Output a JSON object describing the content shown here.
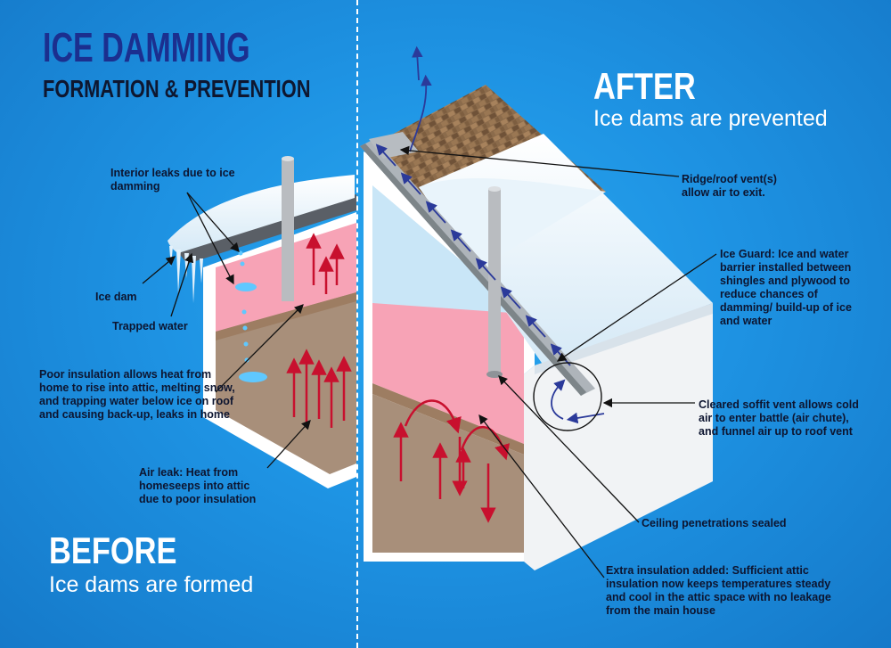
{
  "title": {
    "main": "ICE DAMMING",
    "sub": "FORMATION & PREVENTION"
  },
  "before": {
    "heading": "BEFORE",
    "subheading": "Ice dams are formed",
    "labels": {
      "interior_leaks": "Interior leaks due to ice damming",
      "ice_dam": "Ice dam",
      "trapped_water": "Trapped water",
      "poor_insulation": "Poor insulation allows heat from home to rise into attic, melting snow, and trapping water below ice on roof and causing back-up, leaks in home",
      "air_leak": "Air leak: Heat from homeseeps into attic due to poor insulation"
    }
  },
  "after": {
    "heading": "AFTER",
    "subheading": "Ice dams are prevented",
    "labels": {
      "ridge_vent": "Ridge/roof vent(s) allow air to exit.",
      "ice_guard": "Ice Guard: Ice and water barrier installed between shingles and plywood to reduce chances of damming/ build-up of ice and water",
      "soffit_vent": "Cleared soffit vent allows cold air to enter battle (air chute), and funnel air up to roof vent",
      "ceiling_sealed": "Ceiling penetrations sealed",
      "extra_insulation": "Extra insulation added: Sufficient attic insulation now keeps temperatures steady and cool in the attic space with no leakage from the main house"
    }
  },
  "colors": {
    "background": "#1e93e3",
    "title": "#1b2f8f",
    "label_text": "#0d1530",
    "heat_arrow": "#c8102e",
    "air_arrow": "#2b3a9a",
    "insulation": "#f7a3b6",
    "attic_wood": "#a88f7a",
    "shingles": "#8a6a4a",
    "snow": "#e9f4fb"
  }
}
